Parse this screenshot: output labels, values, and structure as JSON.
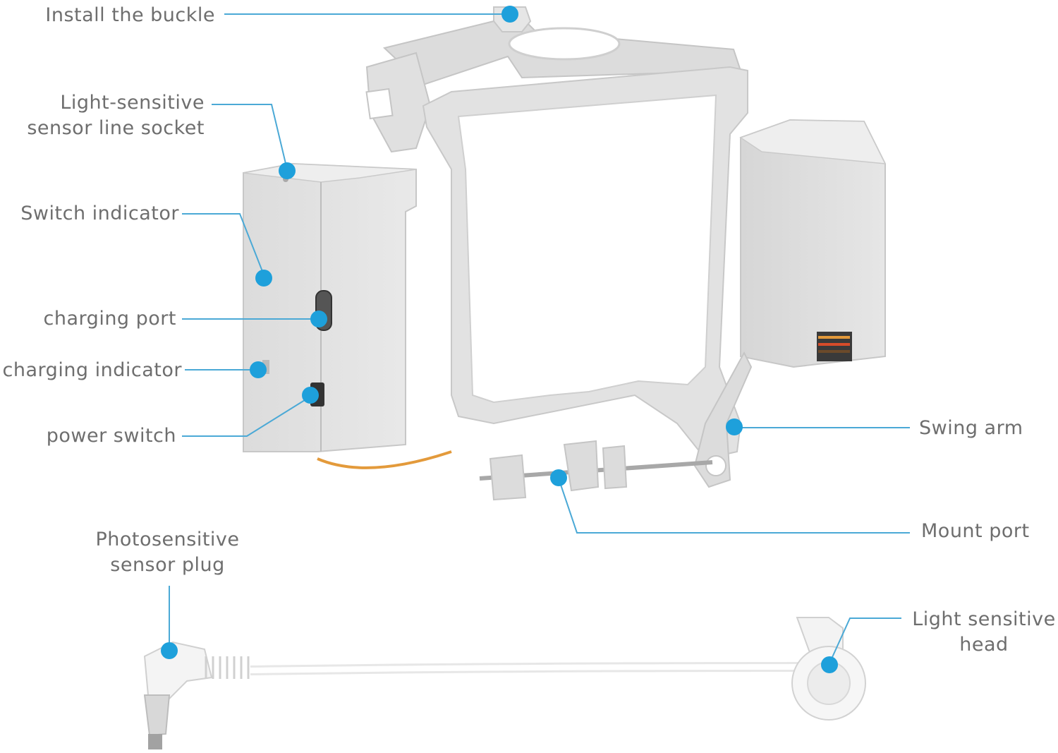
{
  "callouts": {
    "install_buckle": "Install the buckle",
    "sensor_socket_line1": "Light-sensitive",
    "sensor_socket_line2": "sensor line socket",
    "switch_indicator": "Switch indicator",
    "charging_port": "charging port",
    "charging_indicator": "charging indicator",
    "power_switch": "power switch",
    "swing_arm": "Swing arm",
    "mount_port": "Mount port",
    "sensor_plug_line1": "Photosensitive",
    "sensor_plug_line2": "sensor plug",
    "sensor_head_line1": "Light sensitive",
    "sensor_head_line2": "head"
  },
  "colors": {
    "leader_line": "#4ba9d6",
    "marker_dot": "#1ea0db",
    "label_text": "#6e6e6e",
    "device_body": "#e3e3e3",
    "device_shadow": "#c9c9c9",
    "cable": "#ffffff",
    "wire_orange": "#e39a3b"
  }
}
